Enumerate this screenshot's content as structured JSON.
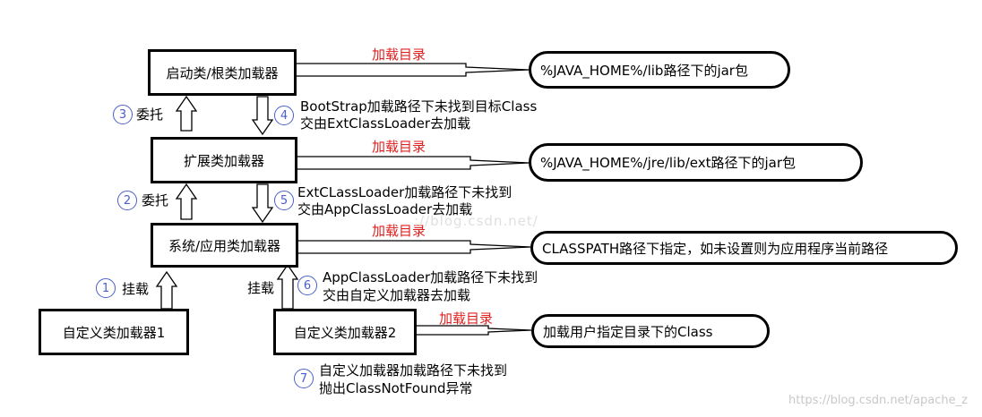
{
  "boxes": {
    "bootstrap": "启动类/根类加载器",
    "extension": "扩展类加载器",
    "application": "系统/应用类加载器",
    "custom1": "自定义类加载器1",
    "custom2": "自定义类加载器2"
  },
  "load_dir_label": "加载目录",
  "targets": {
    "bootstrap": "%JAVA_HOME%/lib路径下的jar包",
    "extension": "%JAVA_HOME%/jre/lib/ext路径下的jar包",
    "application": "CLASSPATH路径下指定，如未设置则为应用程序当前路径",
    "custom2": "加载用户指定目录下的Class"
  },
  "steps": [
    {
      "num": "1",
      "text": "挂载"
    },
    {
      "num": "2",
      "text": "委托"
    },
    {
      "num": "3",
      "text": "委托"
    },
    {
      "num": "4",
      "line1": "BootStrap加载路径下未找到目标Class",
      "line2": "交由ExtClassLoader去加载"
    },
    {
      "num": "5",
      "line1": "ExtCLassLoader加载路径下未找到",
      "line2": "交由AppClassLoader去加载"
    },
    {
      "num": "6",
      "line1": "AppClassLoader加载路径下未找到",
      "line2": "交由自定义加载器去加载"
    },
    {
      "num": "7",
      "line1": "自定义加载器加载路径下未找到",
      "line2": "抛出ClassNotFound异常"
    }
  ],
  "custom2_mount_label": "挂载",
  "watermarks": {
    "center": "://blog.csdn.net/",
    "corner": "https://blog.csdn.net/apache_z"
  }
}
